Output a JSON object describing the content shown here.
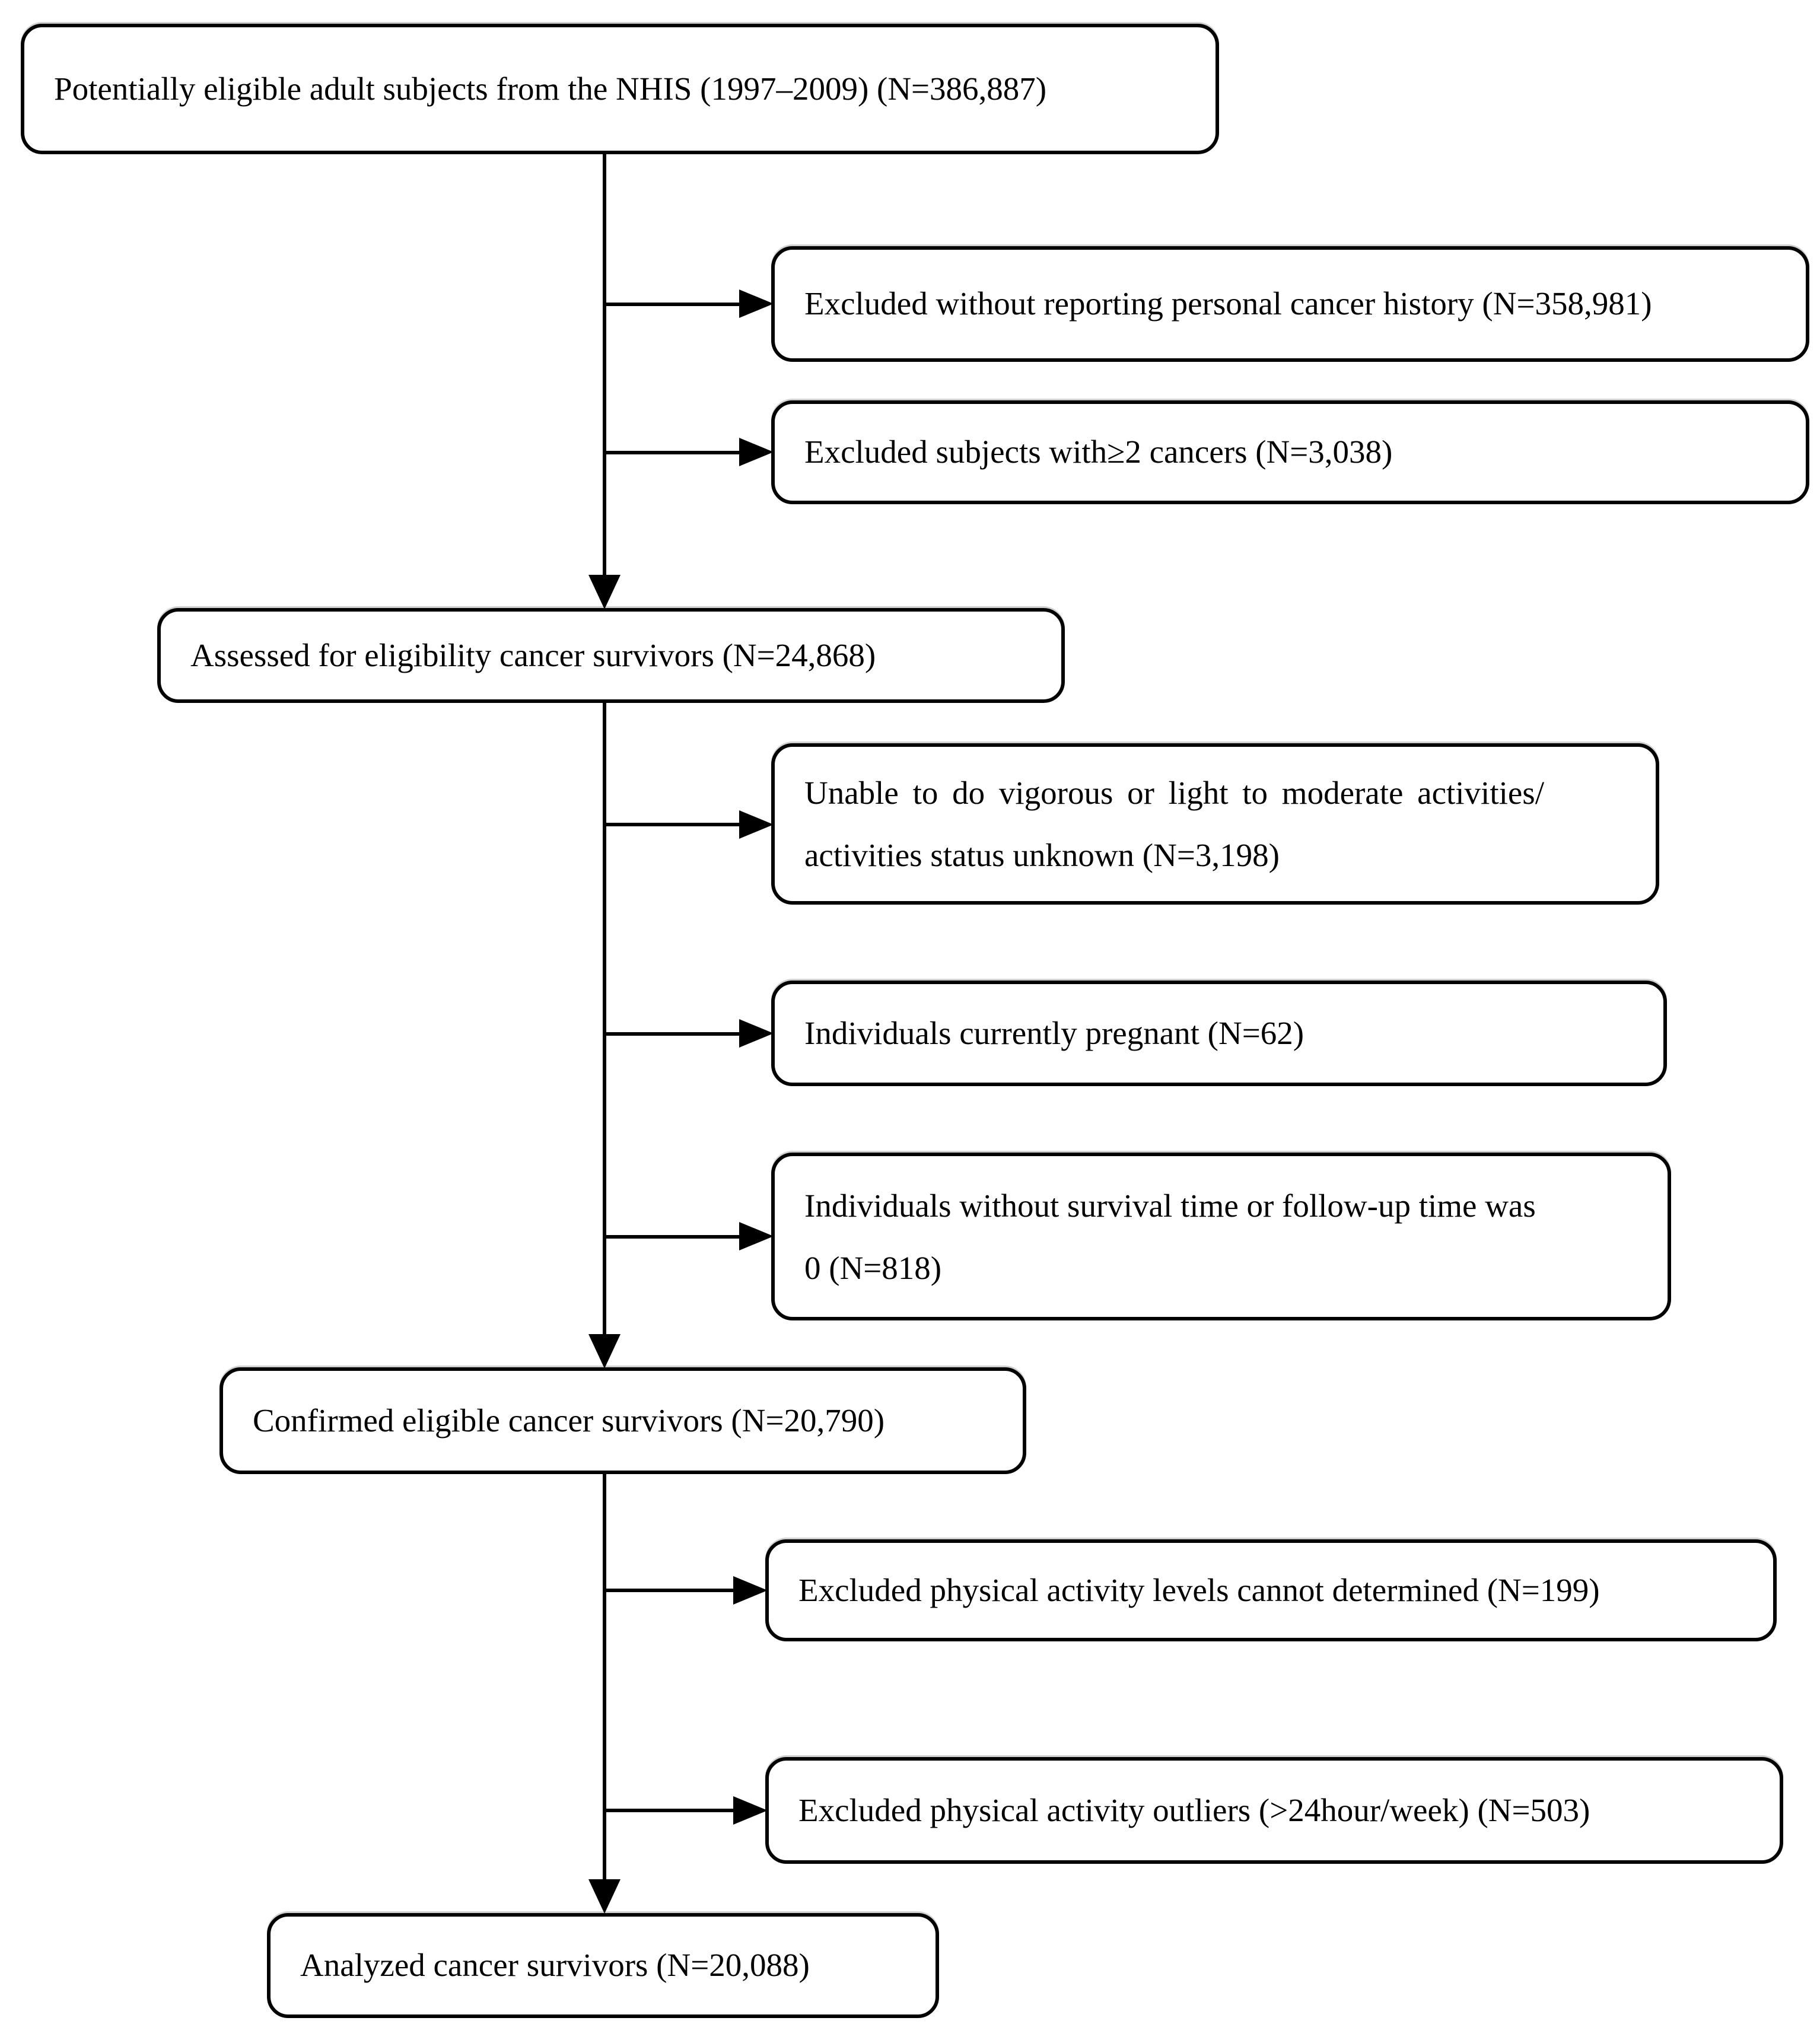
{
  "diagram": {
    "type": "flowchart",
    "nodes": {
      "potentially_eligible": {
        "text": "Potentially eligible adult subjects from the NHIS (1997–2009) (N=386,887)"
      },
      "excluded_no_history": {
        "text": "Excluded without reporting personal cancer history (N=358,981)"
      },
      "excluded_two_cancers": {
        "text": "Excluded subjects with≥2 cancers (N=3,038)"
      },
      "assessed": {
        "text": "Assessed for eligibility cancer survivors (N=24,868)"
      },
      "unable_activities": {
        "line1": "Unable to do vigorous or light to moderate activities/",
        "line2": "activities status unknown (N=3,198)"
      },
      "pregnant": {
        "text": "Individuals currently pregnant (N=62)"
      },
      "no_survival_time": {
        "line1": "Individuals without survival time or follow-up time was",
        "line2": "0 (N=818)"
      },
      "confirmed": {
        "text": "Confirmed eligible cancer survivors (N=20,790)"
      },
      "pa_undetermined": {
        "text": "Excluded physical activity levels cannot determined (N=199)"
      },
      "pa_outliers": {
        "text": "Excluded physical activity outliers (>24hour/week) (N=503)"
      },
      "analyzed": {
        "text": "Analyzed cancer survivors (N=20,088)"
      }
    },
    "colors": {
      "line": "#000000",
      "box_border": "#000000",
      "box_fill": "#ffffff",
      "background": "#ffffff"
    }
  }
}
